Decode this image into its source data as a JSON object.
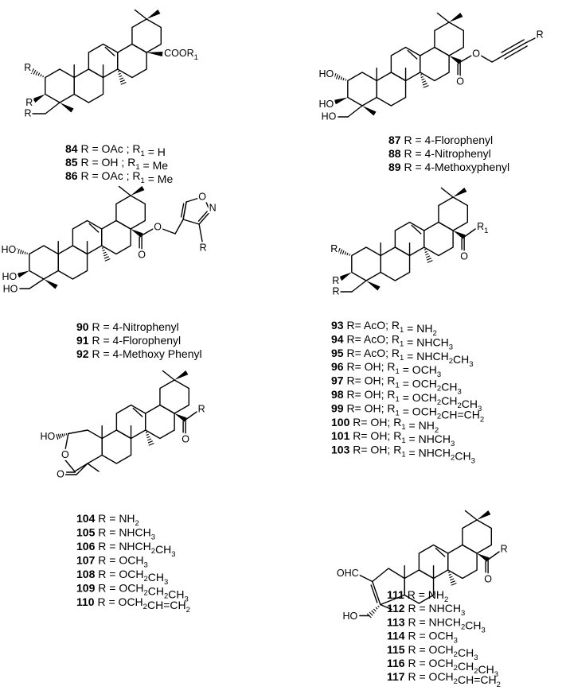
{
  "structures": [
    {
      "id": "s1",
      "atoms": [
        "R",
        "R",
        "R",
        "COOR",
        "1"
      ],
      "captions": [
        {
          "num": "84",
          "parts": [
            [
              "R = OAc ; R",
              ""
            ],
            [
              "1",
              "sub"
            ],
            [
              " = H",
              ""
            ]
          ]
        },
        {
          "num": "85",
          "parts": [
            [
              "R = OH ;   R",
              ""
            ],
            [
              "1",
              "sub"
            ],
            [
              " = Me",
              ""
            ]
          ]
        },
        {
          "num": "86",
          "parts": [
            [
              "R = OAc ; R",
              ""
            ],
            [
              "1",
              "sub"
            ],
            [
              " = Me",
              ""
            ]
          ]
        }
      ]
    },
    {
      "id": "s2",
      "atoms": [
        "HO",
        "HO",
        "HO",
        "O",
        "O",
        "R"
      ],
      "captions": [
        {
          "num": "87",
          "parts": [
            [
              "R = 4-Florophenyl",
              ""
            ]
          ]
        },
        {
          "num": "88",
          "parts": [
            [
              "R = 4-Nitrophenyl",
              ""
            ]
          ]
        },
        {
          "num": "89",
          "parts": [
            [
              "R = 4-Methoxyphenyl",
              ""
            ]
          ]
        }
      ]
    },
    {
      "id": "s3",
      "atoms": [
        "HO",
        "HO",
        "HO",
        "O",
        "O",
        "O",
        "N",
        "R"
      ],
      "captions": [
        {
          "num": "90",
          "parts": [
            [
              "R = 4-Nitrophenyl",
              ""
            ]
          ]
        },
        {
          "num": "91",
          "parts": [
            [
              "R = 4-Florophenyl",
              ""
            ]
          ]
        },
        {
          "num": "92",
          "parts": [
            [
              "R = 4-Methoxy Phenyl",
              ""
            ]
          ]
        }
      ]
    },
    {
      "id": "s4",
      "atoms": [
        "R",
        "R",
        "R",
        "O",
        "R",
        "1"
      ],
      "captions": [
        {
          "num": "93",
          "parts": [
            [
              "R= AcO; R",
              ""
            ],
            [
              "1",
              "sub"
            ],
            [
              " = NH",
              ""
            ],
            [
              "2",
              "sub"
            ]
          ]
        },
        {
          "num": "94",
          "parts": [
            [
              "R= AcO; R",
              ""
            ],
            [
              "1",
              "sub"
            ],
            [
              " = NHCH",
              ""
            ],
            [
              "3",
              "sub"
            ]
          ]
        },
        {
          "num": "95",
          "parts": [
            [
              "R= AcO; R",
              ""
            ],
            [
              "1",
              "sub"
            ],
            [
              " = NHCH",
              ""
            ],
            [
              "2",
              "sub"
            ],
            [
              "CH",
              ""
            ],
            [
              "3",
              "sub"
            ]
          ]
        },
        {
          "num": "96",
          "parts": [
            [
              "R= OH; R",
              ""
            ],
            [
              "1",
              "sub"
            ],
            [
              " = OCH",
              ""
            ],
            [
              "3",
              "sub"
            ]
          ]
        },
        {
          "num": "97",
          "parts": [
            [
              "R= OH; R",
              ""
            ],
            [
              "1",
              "sub"
            ],
            [
              " = OCH",
              ""
            ],
            [
              "2",
              "sub"
            ],
            [
              "CH",
              ""
            ],
            [
              "3",
              "sub"
            ]
          ]
        },
        {
          "num": "98",
          "parts": [
            [
              "R= OH; R",
              ""
            ],
            [
              "1",
              "sub"
            ],
            [
              " = OCH",
              ""
            ],
            [
              "2",
              "sub"
            ],
            [
              "CH",
              ""
            ],
            [
              "2",
              "sub"
            ],
            [
              "CH",
              ""
            ],
            [
              "3",
              "sub"
            ]
          ]
        },
        {
          "num": "99",
          "parts": [
            [
              "R= OH; R",
              ""
            ],
            [
              "1",
              "sub"
            ],
            [
              " = OCH",
              ""
            ],
            [
              "2",
              "sub"
            ],
            [
              "CH=CH",
              ""
            ],
            [
              "2",
              "sub"
            ]
          ]
        },
        {
          "num": "100",
          "parts": [
            [
              "R= OH; R",
              ""
            ],
            [
              "1",
              "sub"
            ],
            [
              " = NH",
              ""
            ],
            [
              "2",
              "sub"
            ]
          ]
        },
        {
          "num": "101",
          "parts": [
            [
              "R= OH; R",
              ""
            ],
            [
              "1",
              "sub"
            ],
            [
              " = NHCH",
              ""
            ],
            [
              "3",
              "sub"
            ]
          ]
        },
        {
          "num": "103",
          "parts": [
            [
              "R= OH; R",
              ""
            ],
            [
              "1",
              "sub"
            ],
            [
              " = NHCH",
              ""
            ],
            [
              "2",
              "sub"
            ],
            [
              "CH",
              ""
            ],
            [
              "3",
              "sub"
            ]
          ]
        }
      ]
    },
    {
      "id": "s5",
      "atoms": [
        "HO",
        "O",
        "O",
        "O",
        "R"
      ],
      "captions": [
        {
          "num": "104",
          "parts": [
            [
              "R = NH",
              ""
            ],
            [
              "2",
              "sub"
            ]
          ]
        },
        {
          "num": "105",
          "parts": [
            [
              "R = NHCH",
              ""
            ],
            [
              "3",
              "sub"
            ]
          ]
        },
        {
          "num": "106",
          "parts": [
            [
              "R = NHCH",
              ""
            ],
            [
              "2",
              "sub"
            ],
            [
              "CH",
              ""
            ],
            [
              "3",
              "sub"
            ]
          ]
        },
        {
          "num": "107",
          "parts": [
            [
              "R = OCH",
              ""
            ],
            [
              "3",
              "sub"
            ]
          ]
        },
        {
          "num": "108",
          "parts": [
            [
              "R = OCH",
              ""
            ],
            [
              "2",
              "sub"
            ],
            [
              "CH",
              ""
            ],
            [
              "3",
              "sub"
            ]
          ]
        },
        {
          "num": "109",
          "parts": [
            [
              "R = OCH",
              ""
            ],
            [
              "2",
              "sub"
            ],
            [
              "CH",
              ""
            ],
            [
              "2",
              "sub"
            ],
            [
              "CH",
              ""
            ],
            [
              "3",
              "sub"
            ]
          ]
        },
        {
          "num": "110",
          "parts": [
            [
              "R = OCH",
              ""
            ],
            [
              "2",
              "sub"
            ],
            [
              "CH=CH",
              ""
            ],
            [
              "2",
              "sub"
            ]
          ]
        }
      ]
    },
    {
      "id": "s6",
      "atoms": [
        "OHC",
        "HO",
        "O",
        "R"
      ],
      "captions": [
        {
          "num": "111",
          "parts": [
            [
              "R = NH",
              ""
            ],
            [
              "2",
              "sub"
            ]
          ]
        },
        {
          "num": "112",
          "parts": [
            [
              "R = NHCH",
              ""
            ],
            [
              "3",
              "sub"
            ]
          ]
        },
        {
          "num": "113",
          "parts": [
            [
              "R = NHCH",
              ""
            ],
            [
              "2",
              "sub"
            ],
            [
              "CH",
              ""
            ],
            [
              "3",
              "sub"
            ]
          ]
        },
        {
          "num": "114",
          "parts": [
            [
              "R = OCH",
              ""
            ],
            [
              "3",
              "sub"
            ]
          ]
        },
        {
          "num": "115",
          "parts": [
            [
              "R = OCH",
              ""
            ],
            [
              "2",
              "sub"
            ],
            [
              "CH",
              ""
            ],
            [
              "3",
              "sub"
            ]
          ]
        },
        {
          "num": "116",
          "parts": [
            [
              "R = OCH",
              ""
            ],
            [
              "2",
              "sub"
            ],
            [
              "CH",
              ""
            ],
            [
              "2",
              "sub"
            ],
            [
              "CH",
              ""
            ],
            [
              "3",
              "sub"
            ]
          ]
        },
        {
          "num": "117",
          "parts": [
            [
              "R = OCH",
              ""
            ],
            [
              "2",
              "sub"
            ],
            [
              "CH=CH",
              ""
            ],
            [
              "2",
              "sub"
            ]
          ]
        }
      ]
    }
  ]
}
